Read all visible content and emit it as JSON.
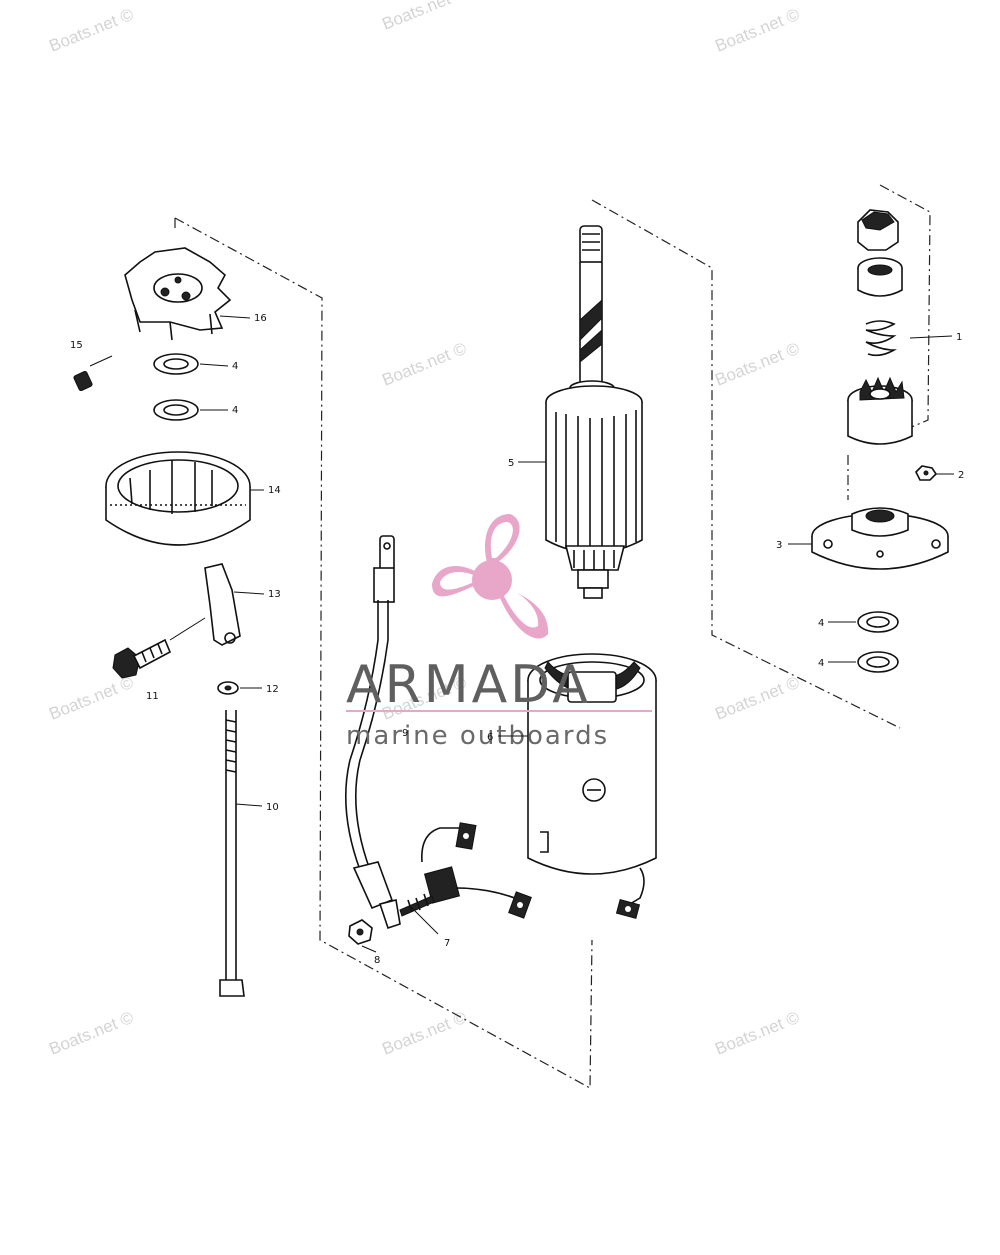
{
  "watermark": {
    "text": "Boats.net ©"
  },
  "logo": {
    "name": "ARMADA",
    "tagline": "marine outboards",
    "color": "#e8a6c8",
    "text_color": "#5f5f5f"
  },
  "callouts": {
    "c1": "1",
    "c2": "2",
    "c3": "3",
    "c4a": "4",
    "c4b": "4",
    "c4c": "4",
    "c4d": "4",
    "c5": "5",
    "c6": "6",
    "c7": "7",
    "c8": "8",
    "c9": "9",
    "c10": "10",
    "c11": "11",
    "c12": "12",
    "c13": "13",
    "c14": "14",
    "c15": "15",
    "c16": "16"
  }
}
